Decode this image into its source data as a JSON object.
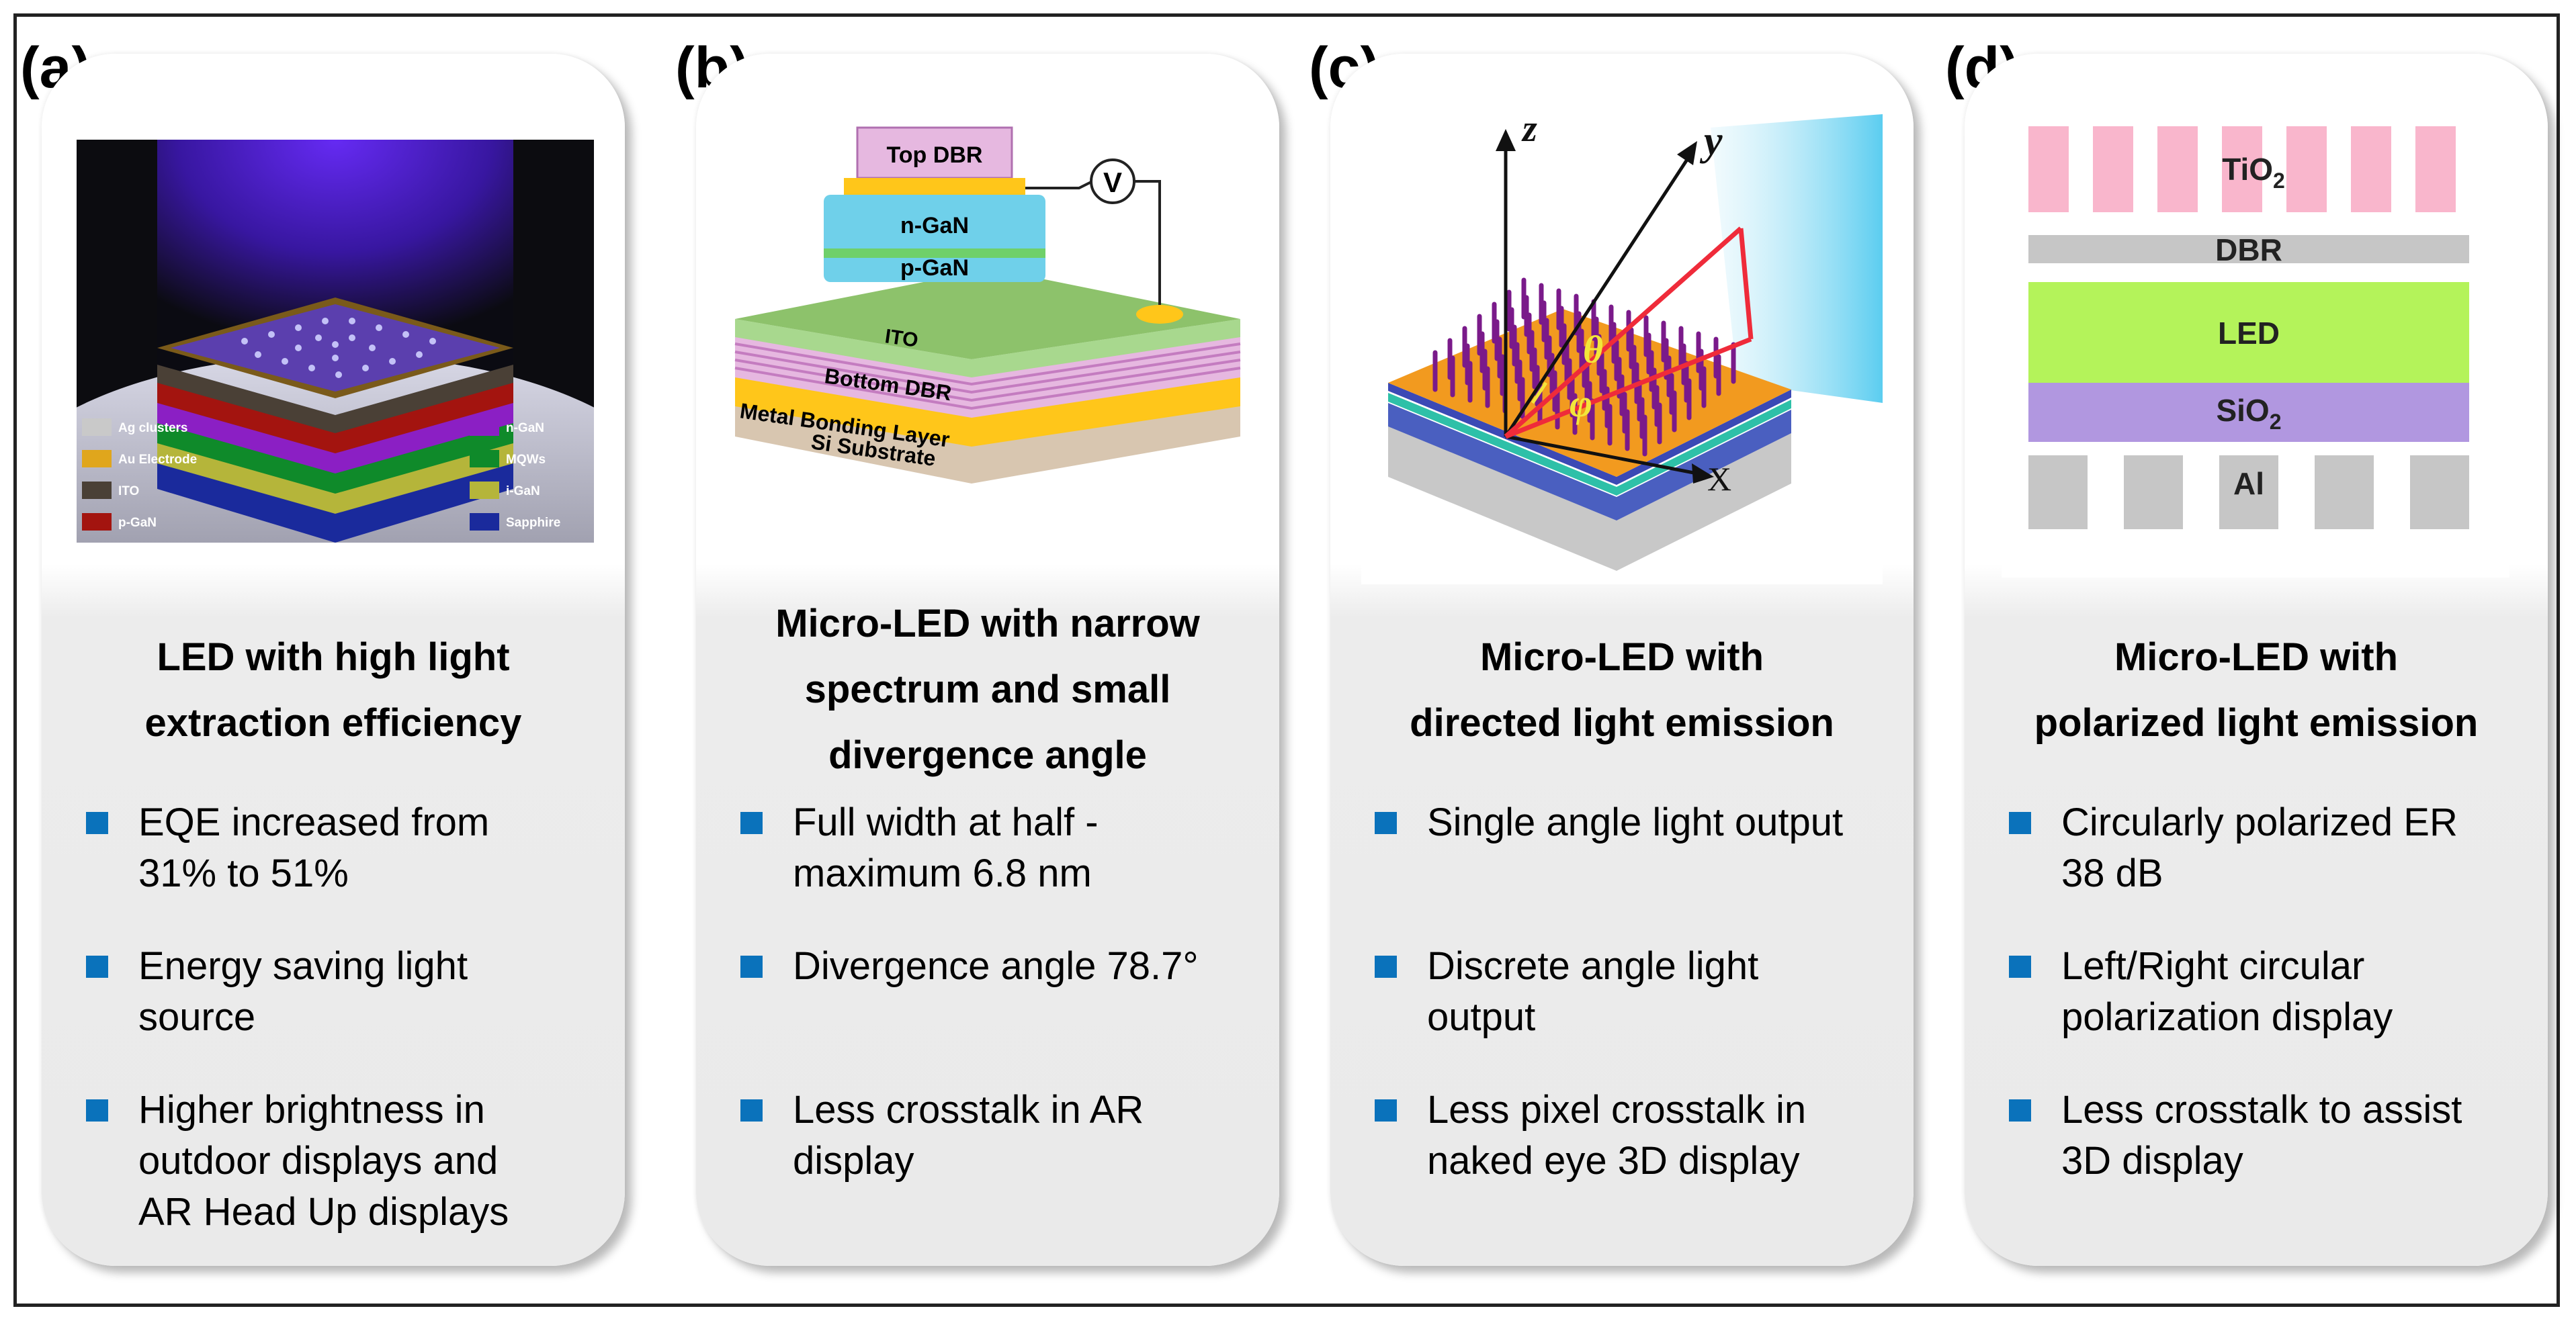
{
  "panels": [
    {
      "label": "(a)",
      "title_lines": [
        "LED with high light",
        "extraction efficiency"
      ],
      "figure_legend": [
        {
          "text": "Ag clusters",
          "color": "#c9c9c9"
        },
        {
          "text": "Au Electrode",
          "color": "#e0a61c"
        },
        {
          "text": "ITO",
          "color": "#4a4036"
        },
        {
          "text": "p-GaN",
          "color": "#a3140f"
        },
        {
          "text": "n-GaN",
          "color": "#8b1fc4"
        },
        {
          "text": "MQWs",
          "color": "#0f8a2a"
        },
        {
          "text": "i-GaN",
          "color": "#b5b53a"
        },
        {
          "text": "Sapphire",
          "color": "#1a2a9c"
        }
      ],
      "bullets": [
        [
          "EQE increased from",
          "31% to 51%"
        ],
        [
          "Energy saving light",
          "source"
        ],
        [
          "Higher brightness in",
          "outdoor displays and",
          "AR Head Up displays"
        ]
      ]
    },
    {
      "label": "(b)",
      "title_lines": [
        "Micro-LED with narrow",
        "spectrum and small",
        "divergence angle"
      ],
      "figure_labels": {
        "top_dbr": "Top DBR",
        "n_gan": "n-GaN",
        "p_gan": "p-GaN",
        "voltage": "V",
        "ito": "ITO",
        "bottom_dbr": "Bottom DBR",
        "metal": "Metal Bonding Layer",
        "substrate": "Si Substrate"
      },
      "bullets": [
        [
          "Full width at half -",
          "maximum 6.8 nm"
        ],
        [
          "Divergence angle 78.7°"
        ],
        [
          "Less crosstalk in AR",
          "display"
        ]
      ]
    },
    {
      "label": "(c)",
      "title_lines": [
        "Micro-LED with",
        "directed light emission"
      ],
      "figure_labels": {
        "z": "z",
        "y": "y",
        "x": "X",
        "theta": "θ",
        "phi": "φ"
      },
      "bullets": [
        [
          "Single angle light output"
        ],
        [
          "Discrete angle light",
          "output"
        ],
        [
          "Less pixel crosstalk in",
          "naked eye 3D display"
        ]
      ]
    },
    {
      "label": "(d)",
      "title_lines": [
        "Micro-LED with",
        "polarized light emission"
      ],
      "figure_labels": {
        "tio2": "TiO",
        "tio2_sub": "2",
        "dbr": "DBR",
        "led": "LED",
        "sio2": "SiO",
        "sio2_sub": "2",
        "al": "Al"
      },
      "bullets": [
        [
          "Circularly polarized ER",
          "38 dB"
        ],
        [
          "Left/Right circular",
          "polarization display"
        ],
        [
          "Less crosstalk to assist",
          "3D display"
        ]
      ]
    }
  ],
  "colors": {
    "bullet": "#0a72bb",
    "tio2": "#f9b6cc",
    "dbr": "#c6c6c6",
    "led": "#b4f35a",
    "sio2": "#b197e0",
    "al": "#c6c6c6"
  }
}
